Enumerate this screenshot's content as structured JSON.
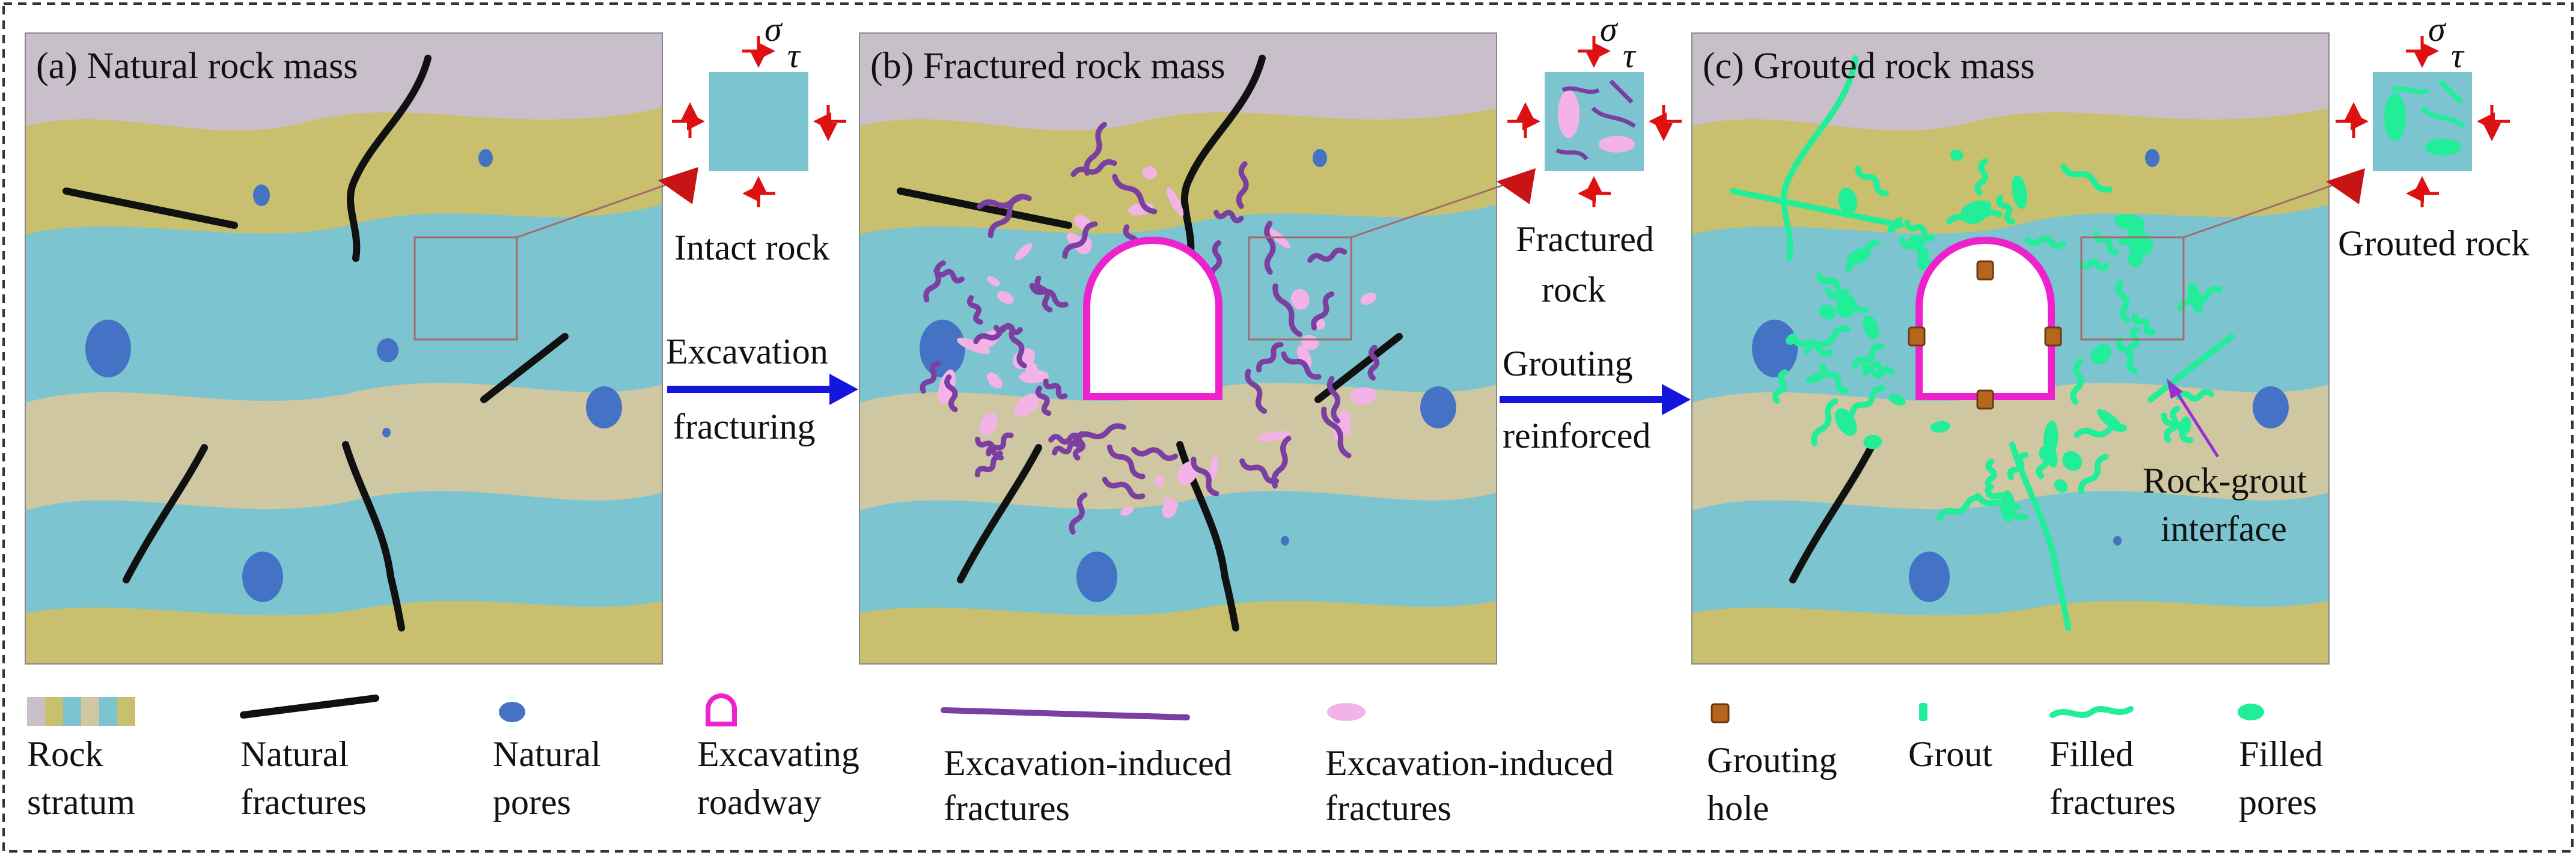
{
  "panels": [
    {
      "title": "(a) Natural rock mass"
    },
    {
      "title": "(b) Fractured rock mass"
    },
    {
      "title": "(c) Grouted rock mass"
    }
  ],
  "stress": {
    "sigma": "σ",
    "tau": "τ"
  },
  "insets": {
    "a": [
      "Intact rock"
    ],
    "b": [
      "Fractured",
      "rock"
    ],
    "c": [
      "Grouted rock"
    ]
  },
  "arrows": {
    "ab": [
      "Excavation",
      "fracturing"
    ],
    "bc": [
      "Grouting",
      "reinforced"
    ]
  },
  "annotation": [
    "Rock-grout",
    "interface"
  ],
  "legend": [
    {
      "lines": [
        "Rock",
        "stratum"
      ]
    },
    {
      "lines": [
        "Natural",
        "fractures"
      ]
    },
    {
      "lines": [
        "Natural",
        "pores"
      ]
    },
    {
      "lines": [
        "Excavating",
        "roadway"
      ]
    },
    {
      "lines": [
        "Excavation-induced",
        "fractures"
      ]
    },
    {
      "lines": [
        "Excavation-induced",
        "fractures"
      ]
    },
    {
      "lines": [
        "Grouting",
        "hole"
      ]
    },
    {
      "lines": [
        "Grout"
      ]
    },
    {
      "lines": [
        "Filled",
        "fractures"
      ]
    },
    {
      "lines": [
        "Filled",
        "pores"
      ]
    }
  ],
  "colors": {
    "stratum_grey": "#c8bfcb",
    "stratum_olive": "#c8c06e",
    "stratum_teal": "#7cc4cf",
    "stratum_tan": "#cfc7a2",
    "pore_blue": "#4472c4",
    "roadway_magenta": "#ee22cc",
    "induced_purple": "#7a3fa0",
    "induced_pink": "#f3b3e6",
    "grout_green": "#22ee99",
    "hole_brown": "#b5651d",
    "arrow_blue": "#1515dd",
    "stress_red": "#dd1111"
  }
}
